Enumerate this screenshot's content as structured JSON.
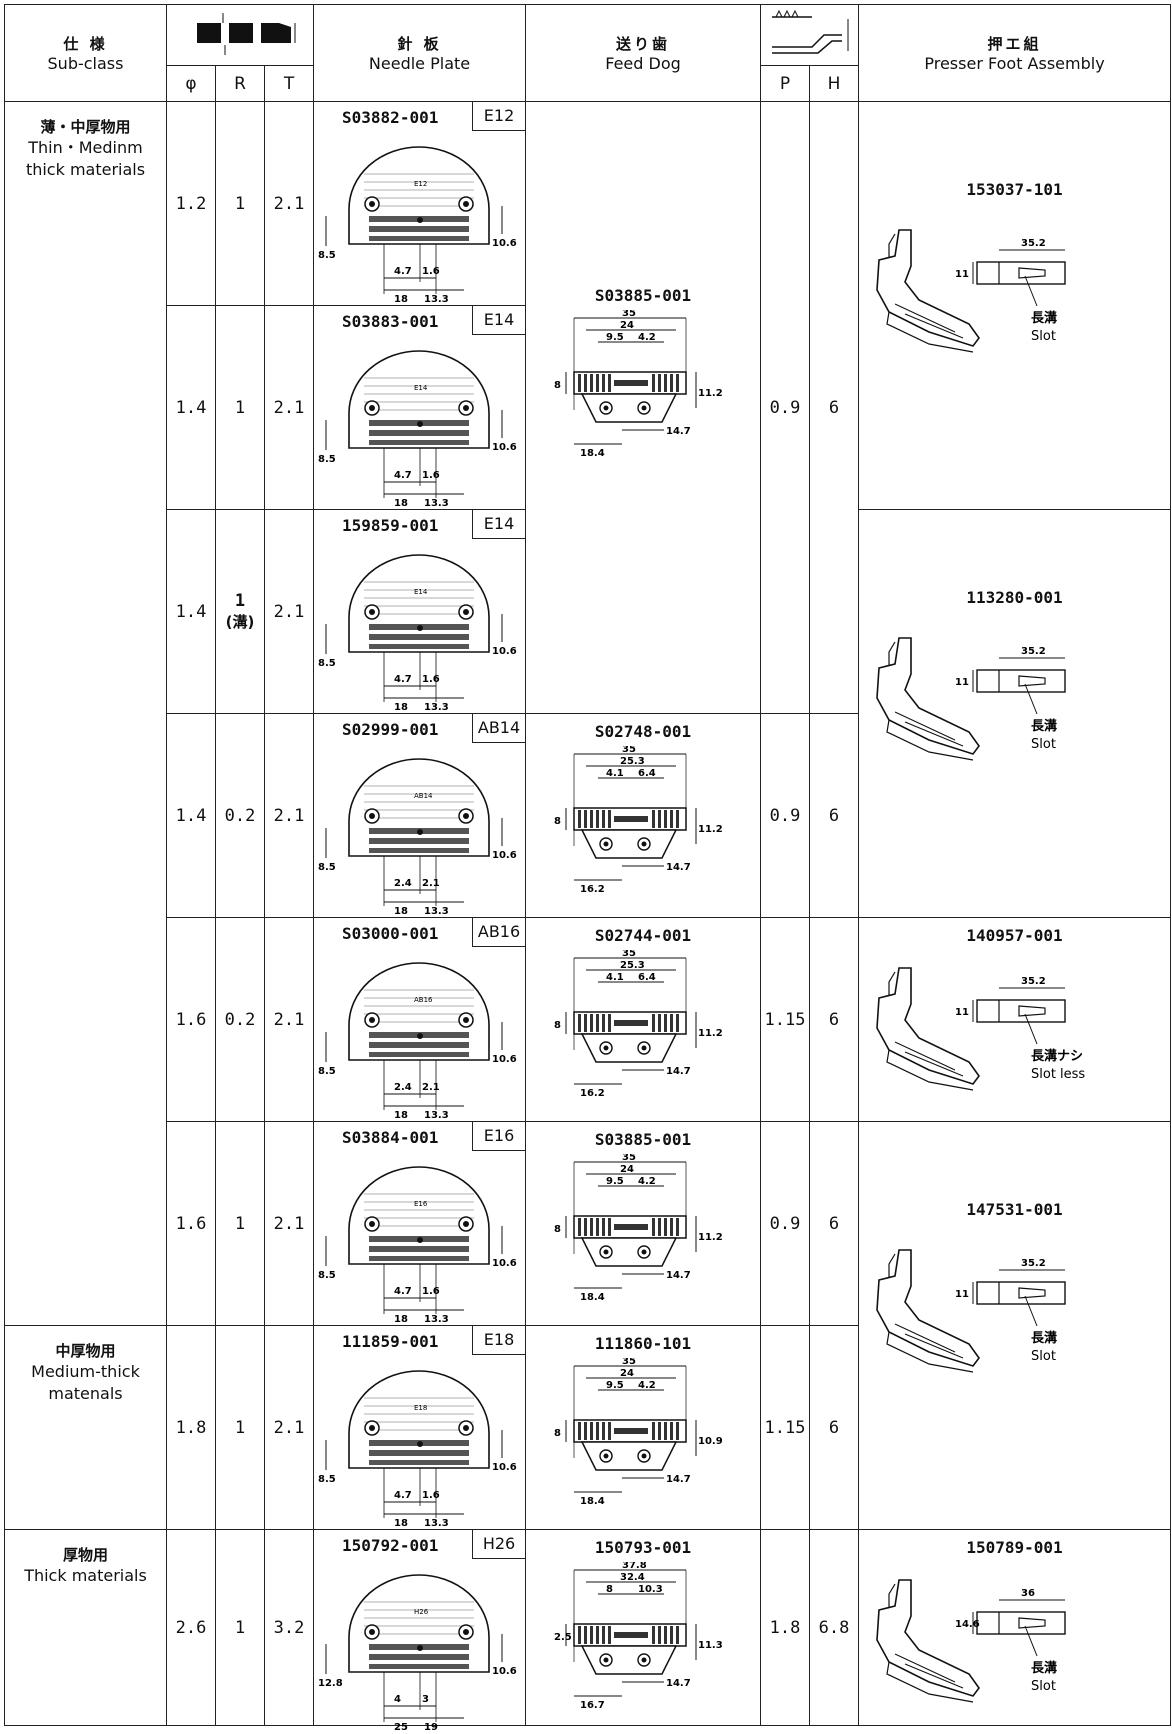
{
  "header": {
    "subclass_jp": "仕 様",
    "subclass_en": "Sub-class",
    "phi": "φ",
    "r": "R",
    "t": "T",
    "plate_jp": "針 板",
    "plate_en": "Needle Plate",
    "feed_jp": "送り歯",
    "feed_en": "Feed Dog",
    "p": "P",
    "h": "H",
    "foot_jp": "押エ組",
    "foot_en": "Presser Foot Assembly"
  },
  "groups": [
    {
      "jp": "薄・中厚物用",
      "en": [
        "Thin・Medinm",
        "thick materials"
      ]
    },
    {
      "jp": "中厚物用",
      "en": [
        "Medium-thick",
        "matenals"
      ]
    },
    {
      "jp": "厚物用",
      "en": [
        "Thick materials"
      ]
    }
  ],
  "rows": [
    {
      "phi": "1.2",
      "r": "1",
      "r2": "",
      "t": "2.1",
      "plate": {
        "pn": "S03882-001",
        "code": "E12",
        "d": [
          "8.5",
          "10.6",
          "4.7",
          "1.6",
          "18",
          "13.3"
        ],
        "mark": "E12"
      }
    },
    {
      "phi": "1.4",
      "r": "1",
      "r2": "",
      "t": "2.1",
      "plate": {
        "pn": "S03883-001",
        "code": "E14",
        "d": [
          "8.5",
          "10.6",
          "4.7",
          "1.6",
          "18",
          "13.3"
        ],
        "mark": "E14"
      }
    },
    {
      "phi": "1.4",
      "r": "1",
      "r2": "(溝)",
      "t": "2.1",
      "plate": {
        "pn": "159859-001",
        "code": "E14",
        "d": [
          "8.5",
          "10.6",
          "4.7",
          "1.6",
          "18",
          "13.3"
        ],
        "mark": "E14"
      }
    },
    {
      "phi": "1.4",
      "r": "0.2",
      "r2": "",
      "t": "2.1",
      "plate": {
        "pn": "S02999-001",
        "code": "AB14",
        "d": [
          "8.5",
          "10.6",
          "2.4",
          "2.1",
          "18",
          "13.3"
        ],
        "mark": "AB14"
      }
    },
    {
      "phi": "1.6",
      "r": "0.2",
      "r2": "",
      "t": "2.1",
      "plate": {
        "pn": "S03000-001",
        "code": "AB16",
        "d": [
          "8.5",
          "10.6",
          "2.4",
          "2.1",
          "18",
          "13.3"
        ],
        "mark": "AB16"
      }
    },
    {
      "phi": "1.6",
      "r": "1",
      "r2": "",
      "t": "2.1",
      "plate": {
        "pn": "S03884-001",
        "code": "E16",
        "d": [
          "8.5",
          "10.6",
          "4.7",
          "1.6",
          "18",
          "13.3"
        ],
        "mark": "E16"
      }
    },
    {
      "phi": "1.8",
      "r": "1",
      "r2": "",
      "t": "2.1",
      "plate": {
        "pn": "111859-001",
        "code": "E18",
        "d": [
          "8.5",
          "10.6",
          "4.7",
          "1.6",
          "18",
          "13.3"
        ],
        "mark": "E18"
      }
    },
    {
      "phi": "2.6",
      "r": "1",
      "r2": "",
      "t": "3.2",
      "plate": {
        "pn": "150792-001",
        "code": "H26",
        "d": [
          "12.8",
          "10.6",
          "4",
          "3",
          "25",
          "19"
        ],
        "mark": "H26"
      }
    }
  ],
  "feeds": [
    {
      "pn": "S03885-001",
      "d": [
        "35",
        "24",
        "9.5",
        "4.2",
        "8",
        "11.2",
        "14.7",
        "18.4"
      ]
    },
    {
      "pn": "S02748-001",
      "d": [
        "35",
        "25.3",
        "4.1",
        "6.4",
        "8",
        "11.2",
        "14.7",
        "16.2"
      ]
    },
    {
      "pn": "S02744-001",
      "d": [
        "35",
        "25.3",
        "4.1",
        "6.4",
        "8",
        "11.2",
        "14.7",
        "16.2"
      ]
    },
    {
      "pn": "S03885-001",
      "d": [
        "35",
        "24",
        "9.5",
        "4.2",
        "8",
        "11.2",
        "14.7",
        "18.4"
      ]
    },
    {
      "pn": "111860-101",
      "d": [
        "35",
        "24",
        "9.5",
        "4.2",
        "8",
        "10.9",
        "14.7",
        "18.4"
      ]
    },
    {
      "pn": "150793-001",
      "d": [
        "37.8",
        "32.4",
        "8",
        "10.3",
        "2.5",
        "11.3",
        "14.7",
        "16.7"
      ]
    }
  ],
  "ph": [
    {
      "p": "0.9",
      "h": "6"
    },
    {
      "p": "0.9",
      "h": "6"
    },
    {
      "p": "1.15",
      "h": "6"
    },
    {
      "p": "0.9",
      "h": "6"
    },
    {
      "p": "1.15",
      "h": "6"
    },
    {
      "p": "1.8",
      "h": "6.8"
    }
  ],
  "feet": [
    {
      "pn": "153037-101",
      "w": "35.2",
      "hgt": "11",
      "slot_jp": "長溝",
      "slot_en": "Slot"
    },
    {
      "pn": "113280-001",
      "w": "35.2",
      "hgt": "11",
      "slot_jp": "長溝",
      "slot_en": "Slot"
    },
    {
      "pn": "140957-001",
      "w": "35.2",
      "hgt": "11",
      "slot_jp": "長溝ナシ",
      "slot_en": "Slot less"
    },
    {
      "pn": "147531-001",
      "w": "35.2",
      "hgt": "11",
      "slot_jp": "長溝",
      "slot_en": "Slot"
    },
    {
      "pn": "150789-001",
      "w": "36",
      "hgt": "14.6",
      "slot_jp": "長溝",
      "slot_en": "Slot"
    }
  ]
}
